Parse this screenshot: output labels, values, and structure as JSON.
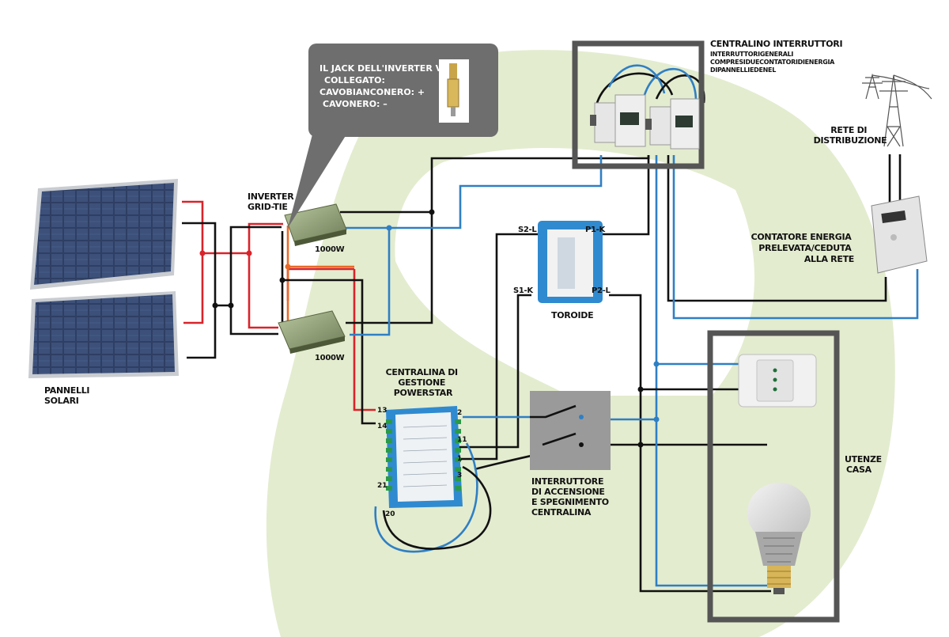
{
  "colors": {
    "background_shape": "#e3eccf",
    "wire_black": "#111111",
    "wire_blue": "#2f7fc4",
    "wire_red": "#d9232a",
    "wire_orange": "#e86a28",
    "callout": "#6e6e6e",
    "frame": "#555555"
  },
  "callout": {
    "lines": [
      "IL JACK DELL'INVERTER VA",
      "COLLEGATO:",
      "CAVOBIANCONERO: +",
      "CAVONERO: –"
    ]
  },
  "central_switches": {
    "title": "CENTRALINO INTERRUTTORI",
    "lines": [
      "INTERRUTTORIGENERALI",
      "COMPRESIDUECONTATORIDIENERGIA",
      "DIPANNELLIEDENEL"
    ]
  },
  "grid": {
    "title_lines": [
      "RETE DI",
      "DISTRIBUZIONE"
    ]
  },
  "meter": {
    "lines": [
      "CONTATORE ENERGIA",
      "PRELEVATA/CEDUTA",
      "ALLA RETE"
    ]
  },
  "inverter": {
    "title_lines": [
      "INVERTER",
      "GRID-TIE"
    ],
    "power_top": "1000W",
    "power_bottom": "1000W"
  },
  "toroid": {
    "label": "TOROIDE",
    "terminals": {
      "s2": "S2-L",
      "p1": "P1-K",
      "s1": "S1-K",
      "p2": "P2-L"
    }
  },
  "controller": {
    "title_lines": [
      "CENTRALINA DI",
      "GESTIONE",
      "POWERSTAR"
    ],
    "terminals": {
      "t13": "13",
      "t14": "14",
      "t21": "21",
      "t20": "20",
      "t2": "2",
      "t11": "11",
      "t1": "1",
      "t3": "3"
    }
  },
  "panels": {
    "label_lines": [
      "PANNELLI",
      "SOLARI"
    ]
  },
  "switch": {
    "label_lines": [
      "INTERRUTTORE",
      "DI ACCENSIONE",
      "E SPEGNIMENTO",
      "CENTRALINA"
    ]
  },
  "home": {
    "label_lines": [
      "UTENZE",
      "CASA"
    ]
  }
}
